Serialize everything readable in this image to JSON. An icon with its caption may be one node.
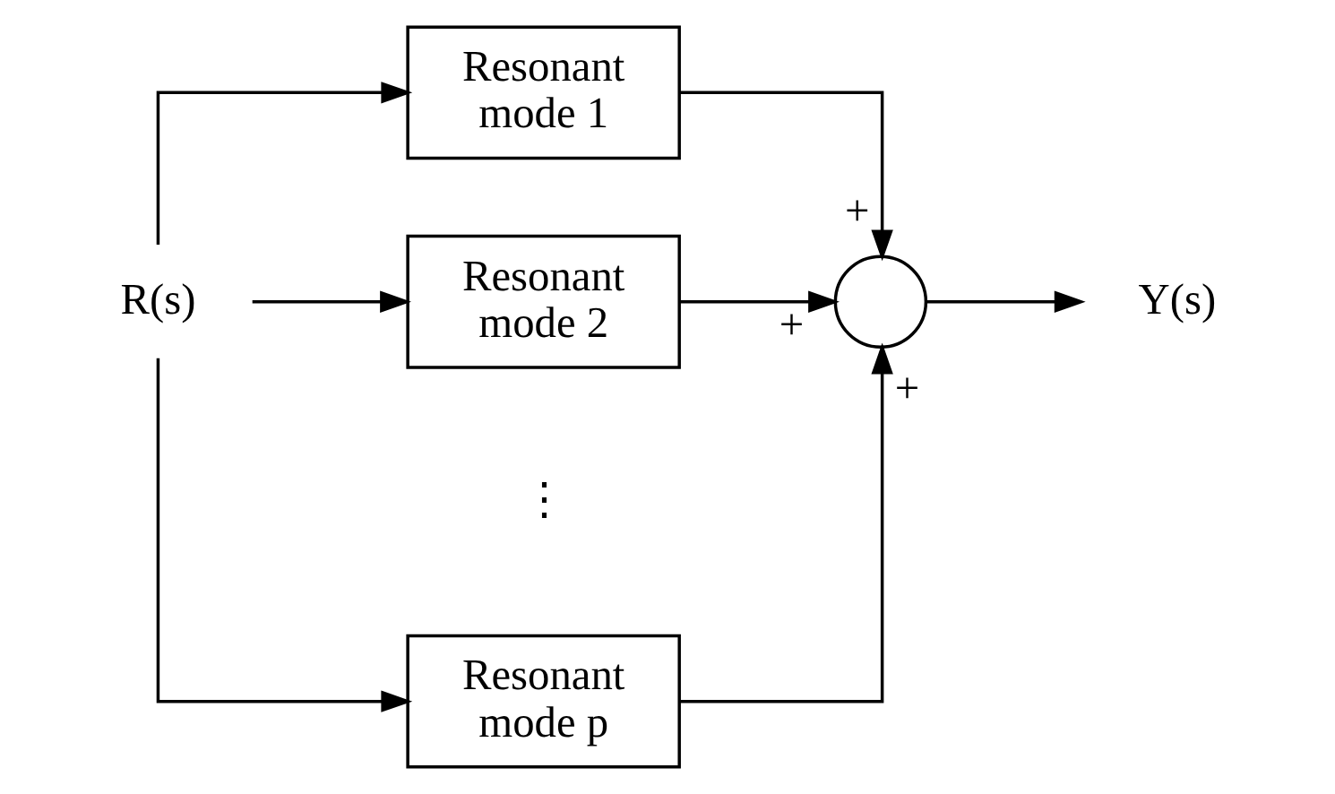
{
  "diagram": {
    "nodes": [
      {
        "text": [
          "R(s)"
        ]
      },
      {
        "text": [
          "Resonant mode 1"
        ]
      },
      {
        "text": [
          "Resonant mode 2"
        ]
      },
      {
        "text": [
          "Resonant mode p"
        ]
      },
      {
        "text": [],
        "shape": "circle"
      },
      {
        "text": [
          "Y(s)"
        ]
      }
    ],
    "edges": [
      {
        "from": 0,
        "to": 1,
        "arrow": "to"
      },
      {
        "from": 0,
        "to": 2,
        "arrow": "to"
      },
      {
        "from": 0,
        "to": 3,
        "arrow": "to"
      },
      {
        "from": 1,
        "to": 4,
        "arrow": "to",
        "label": "+"
      },
      {
        "from": 2,
        "to": 4,
        "arrow": "to",
        "label": "+"
      },
      {
        "from": 3,
        "to": 4,
        "arrow": "to",
        "label": "+"
      },
      {
        "from": 4,
        "to": 5,
        "arrow": "to"
      }
    ],
    "labels": [
      "⋮"
    ]
  }
}
